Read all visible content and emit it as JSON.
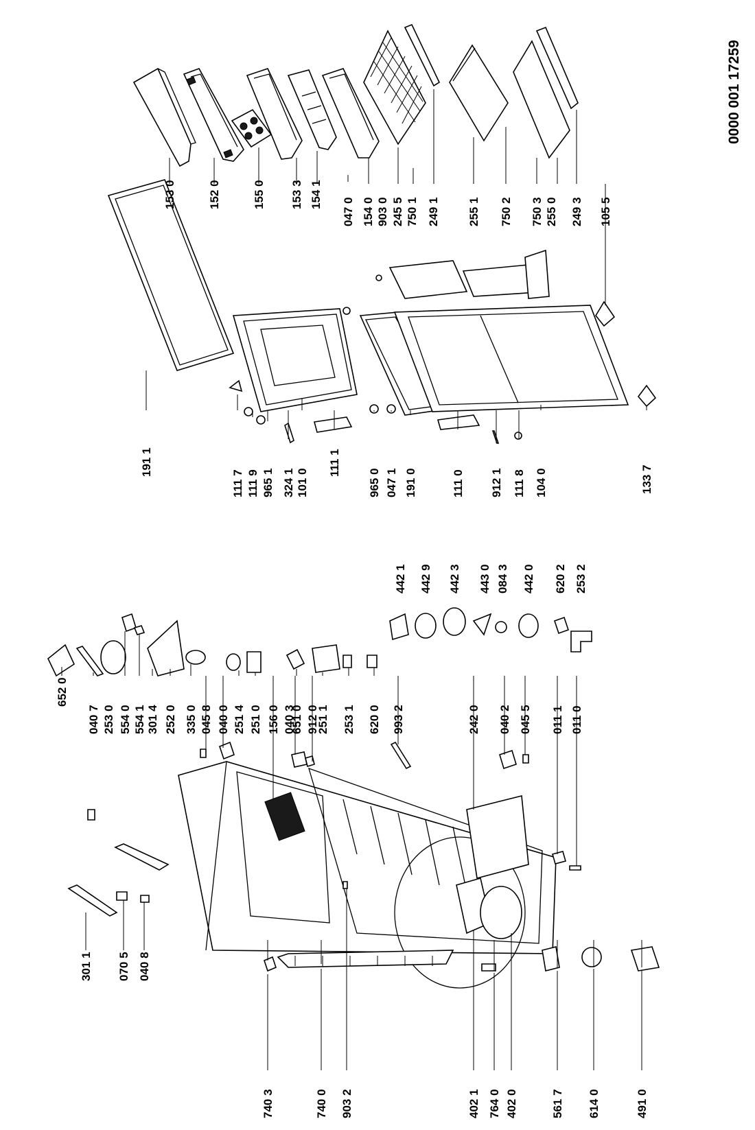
{
  "document_code": "0000 001 17259",
  "labels": {
    "p1530": "153 0",
    "p1520": "152 0",
    "p1550": "155 0",
    "p1533": "153 3",
    "p1541": "154 1",
    "p0470": "047 0",
    "p1540": "154 0",
    "p9030": "903 0",
    "p2455": "245 5",
    "p7501": "750 1",
    "p2491": "249 1",
    "p2551": "255 1",
    "p7502": "750 2",
    "p7503": "750 3",
    "p2550": "255 0",
    "p2493": "249 3",
    "p1055": "105 5",
    "p1911": "191 1",
    "p1117": "111 7",
    "p1119": "111 9",
    "p9651": "965 1",
    "p3241": "324 1",
    "p1010": "101 0",
    "p1111": "111 1",
    "p9650": "965 0",
    "p0471": "047 1",
    "p1910": "191 0",
    "p1110": "111 0",
    "p9121": "912 1",
    "p1118": "111 8",
    "p1040": "104 0",
    "p1337": "133 7",
    "p4421": "442 1",
    "p4429": "442 9",
    "p4423": "442 3",
    "p4430": "443 0",
    "p0843": "084 3",
    "p4420": "442 0",
    "p6202": "620 2",
    "p2532": "253 2",
    "p6520": "652 0",
    "p0407": "040 7",
    "p2530": "253 0",
    "p5540": "554 0",
    "p5541": "554 1",
    "p3014": "301 4",
    "p2520": "252 0",
    "p3350": "335 0",
    "p0458": "045 8",
    "p0400": "040 0",
    "p2514": "251 4",
    "p2510": "251 0",
    "p1560": "156 0",
    "p0403": "040 3",
    "p6510": "651 0",
    "p9120": "912 0",
    "p2511": "251 1",
    "p2531": "253 1",
    "p6200": "620 0",
    "p9932": "993 2",
    "p2420": "242 0",
    "p0402": "040 2",
    "p0455": "045 5",
    "p0111": "011 1",
    "p0110": "011 0",
    "p3011": "301 1",
    "p0705": "070 5",
    "p0408": "040 8",
    "p7403": "740 3",
    "p7400": "740 0",
    "p9032": "903 2",
    "p4021": "402 1",
    "p7640": "764 0",
    "p4020": "402 0",
    "p5617": "561 7",
    "p6140": "614 0",
    "p4910": "491 0"
  }
}
